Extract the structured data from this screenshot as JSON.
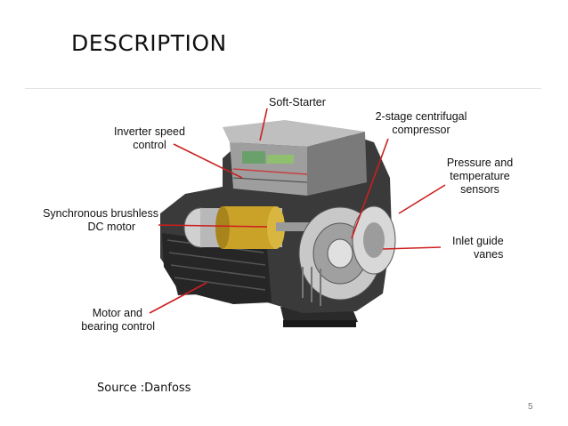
{
  "slide": {
    "title": "DESCRIPTION",
    "source": "Source :Danfoss",
    "page_number": "5"
  },
  "diagram": {
    "labels": {
      "soft_starter": "Soft-Starter",
      "compressor_1": "2-stage centrifugal",
      "compressor_2": "compressor",
      "inverter_1": "Inverter speed",
      "inverter_2": "control",
      "pressure_1": "Pressure and",
      "pressure_2": "temperature",
      "pressure_3": "sensors",
      "motor_1": "Synchronous brushless",
      "motor_2": "DC motor",
      "inlet_1": "Inlet guide",
      "inlet_2": "vanes",
      "bearing_1": "Motor and",
      "bearing_2": "bearing control"
    },
    "leader_color": "#cc1f1f"
  }
}
